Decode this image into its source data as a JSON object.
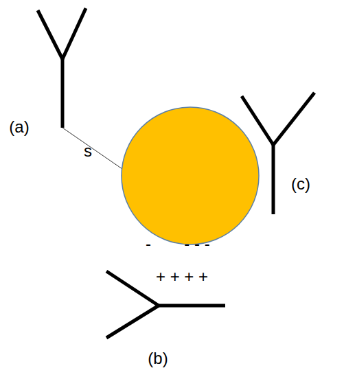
{
  "diagram": {
    "labels": [
      "(a)",
      "s",
      "(c)",
      "-",
      "- - -",
      "+ + + +",
      "(b)"
    ]
  }
}
